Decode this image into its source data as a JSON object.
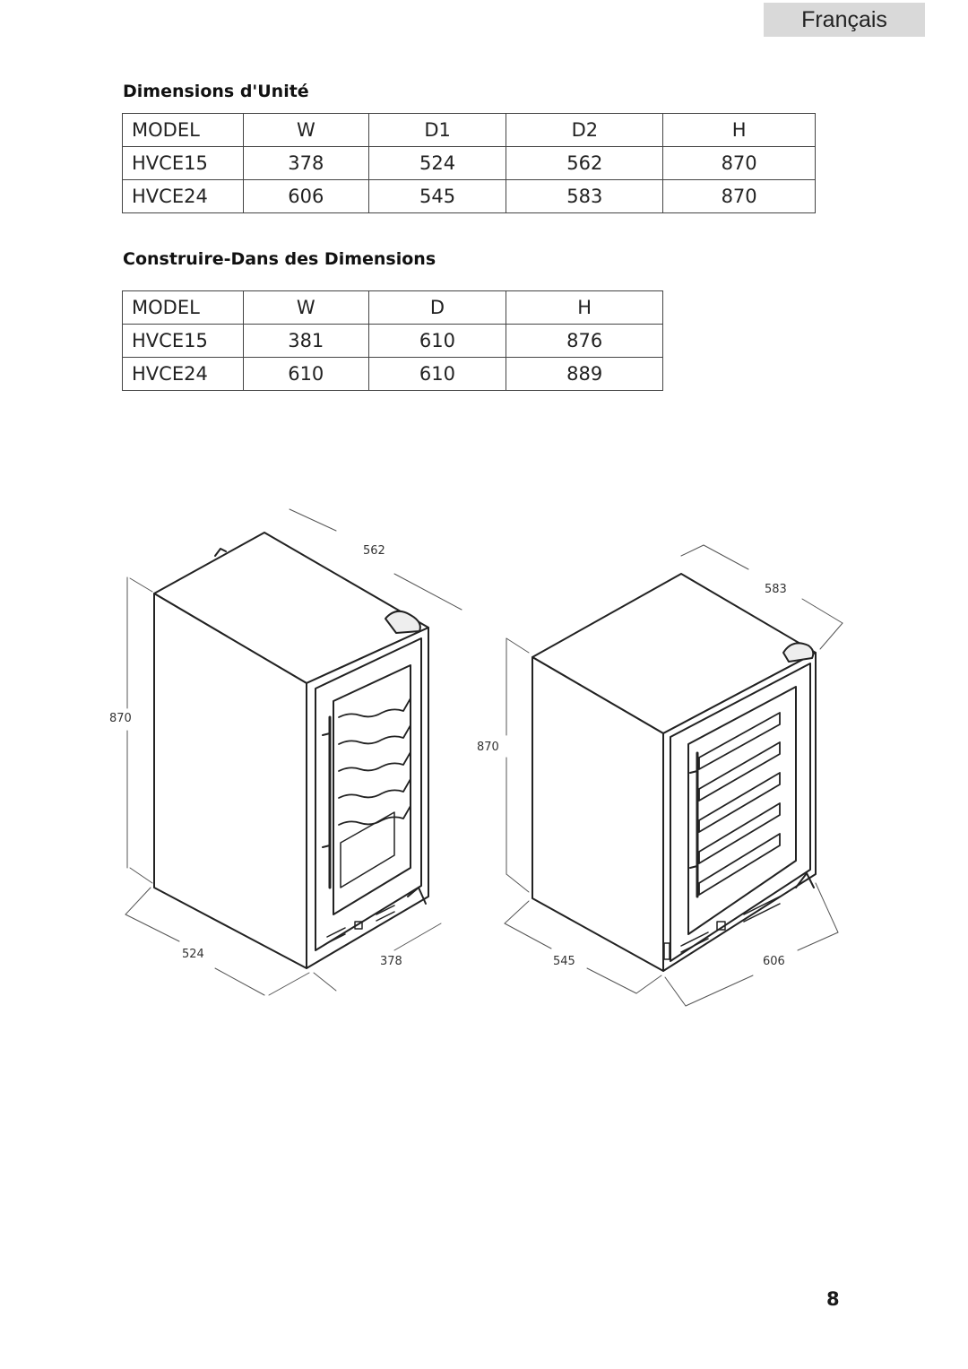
{
  "language_tab": "Français",
  "section1": {
    "title": "Dimensions d'Unité",
    "headers": [
      "MODEL",
      "W",
      "D1",
      "D2",
      "H"
    ],
    "rows": [
      [
        "HVCE15",
        "378",
        "524",
        "562",
        "870"
      ],
      [
        "HVCE24",
        "606",
        "545",
        "583",
        "870"
      ]
    ]
  },
  "section2": {
    "title": "Construire-Dans des Dimensions",
    "headers": [
      "MODEL",
      "W",
      "D",
      "H"
    ],
    "rows": [
      [
        "HVCE15",
        "381",
        "610",
        "876"
      ],
      [
        "HVCE24",
        "610",
        "610",
        "889"
      ]
    ]
  },
  "diagram": {
    "left_unit": {
      "top_depth": "562",
      "height": "870",
      "side_depth": "524",
      "width": "378"
    },
    "right_unit": {
      "top_depth": "583",
      "height": "870",
      "side_depth": "545",
      "width": "606"
    }
  },
  "page_number": "8"
}
